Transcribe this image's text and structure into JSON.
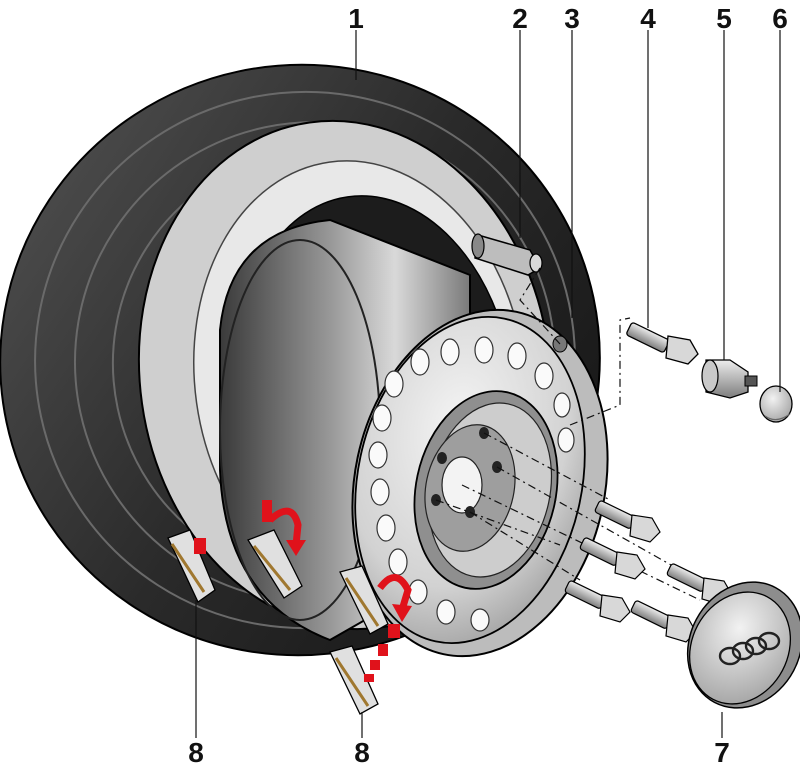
{
  "callouts": {
    "c1": "1",
    "c2": "2",
    "c3": "3",
    "c4": "4",
    "c5": "5",
    "c6": "6",
    "c7": "7",
    "c8a": "8",
    "c8b": "8"
  },
  "colors": {
    "accent_red": "#e0121b",
    "tire_dark": "#2b2b2b",
    "metal_light": "#e6e6e6",
    "metal_mid": "#b8b8b8"
  }
}
